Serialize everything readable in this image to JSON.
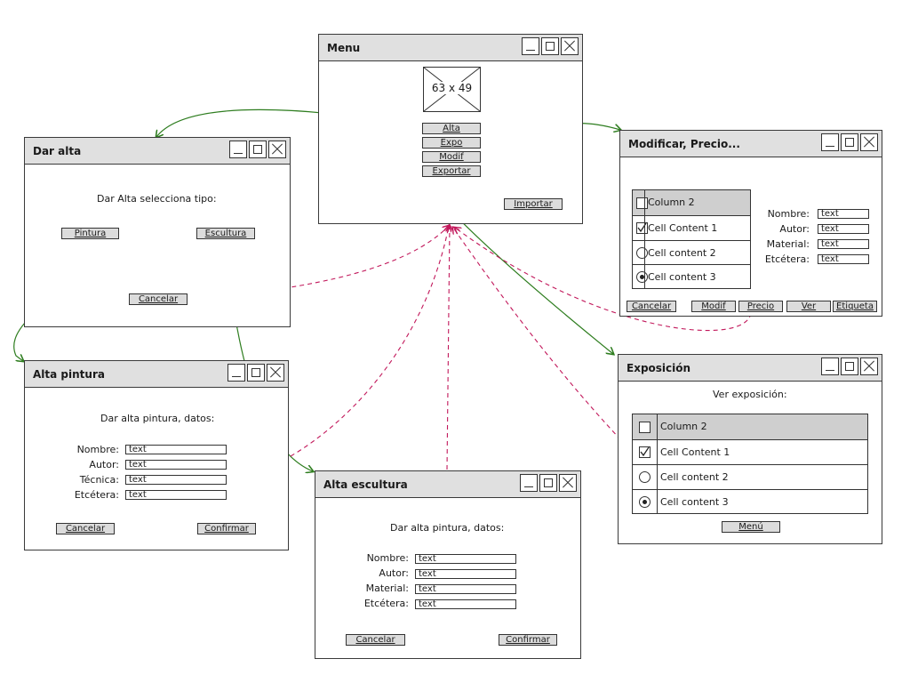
{
  "windows": {
    "menu": {
      "title": "Menu",
      "image_placeholder": "63 x 49",
      "buttons": {
        "alta": "Alta",
        "expo": "Expo",
        "modif": "Modif",
        "exportar": "Exportar",
        "importar": "Importar"
      }
    },
    "dar_alta": {
      "title": "Dar alta",
      "prompt": "Dar Alta selecciona tipo:",
      "buttons": {
        "pintura": "Pintura",
        "escultura": "Escultura",
        "cancelar": "Cancelar"
      }
    },
    "alta_pintura": {
      "title": "Alta pintura",
      "prompt": "Dar alta pintura, datos:",
      "fields": [
        {
          "label": "Nombre:",
          "value": "text"
        },
        {
          "label": "Autor:",
          "value": "text"
        },
        {
          "label": "Técnica:",
          "value": "text"
        },
        {
          "label": "Etcétera:",
          "value": "text"
        }
      ],
      "buttons": {
        "cancelar": "Cancelar",
        "confirmar": "Confirmar"
      }
    },
    "alta_escultura": {
      "title": "Alta escultura",
      "prompt": "Dar alta pintura, datos:",
      "fields": [
        {
          "label": "Nombre:",
          "value": "text"
        },
        {
          "label": "Autor:",
          "value": "text"
        },
        {
          "label": "Material:",
          "value": "text"
        },
        {
          "label": "Etcétera:",
          "value": "text"
        }
      ],
      "buttons": {
        "cancelar": "Cancelar",
        "confirmar": "Confirmar"
      }
    },
    "modificar": {
      "title": "Modificar, Precio...",
      "table": {
        "header": "Column 2",
        "rows": [
          {
            "text": "Cell Content 1",
            "control": "checkbox",
            "checked": true
          },
          {
            "text": "Cell content 2",
            "control": "radio",
            "checked": false
          },
          {
            "text": "Cell content 3",
            "control": "radio",
            "checked": true
          }
        ]
      },
      "fields": [
        {
          "label": "Nombre:",
          "value": "text"
        },
        {
          "label": "Autor:",
          "value": "text"
        },
        {
          "label": "Material:",
          "value": "text"
        },
        {
          "label": "Etcétera:",
          "value": "text"
        }
      ],
      "buttons": {
        "cancelar": "Cancelar",
        "modif": "Modif",
        "precio": "Precio",
        "ver": "Ver",
        "etiqueta": "Etiqueta"
      }
    },
    "exposicion": {
      "title": "Exposición",
      "prompt": "Ver exposición:",
      "table": {
        "header": "Column 2",
        "rows": [
          {
            "text": "Cell Content 1",
            "control": "checkbox",
            "checked": true
          },
          {
            "text": "Cell content 2",
            "control": "radio",
            "checked": false
          },
          {
            "text": "Cell content 3",
            "control": "radio",
            "checked": true
          }
        ]
      },
      "buttons": {
        "menu": "Menú"
      }
    }
  },
  "connectors": {
    "forward_color": "#2e7d1f",
    "back_color": "#c2185b",
    "forward": [
      {
        "from": "menu.alta",
        "to": "dar_alta"
      },
      {
        "from": "menu.modif",
        "to": "modificar"
      },
      {
        "from": "menu.expo",
        "to": "exposicion"
      },
      {
        "from": "dar_alta.pintura",
        "to": "alta_pintura"
      },
      {
        "from": "dar_alta.escultura",
        "to": "alta_escultura"
      }
    ],
    "back": [
      {
        "from": "dar_alta.cancelar",
        "to": "menu"
      },
      {
        "from": "alta_pintura",
        "to": "menu"
      },
      {
        "from": "alta_escultura",
        "to": "menu"
      },
      {
        "from": "modificar.precio",
        "to": "menu"
      },
      {
        "from": "exposicion.menu",
        "to": "menu"
      }
    ]
  }
}
